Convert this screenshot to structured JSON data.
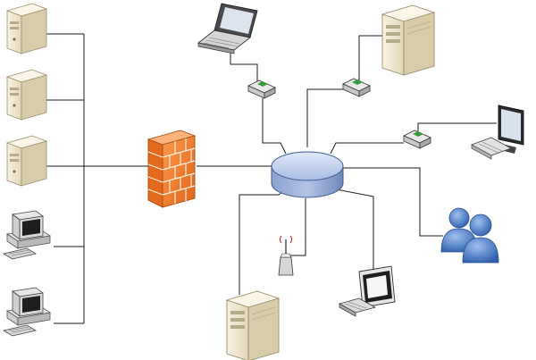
{
  "diagram": {
    "type": "network-topology",
    "nodes": [
      {
        "id": "server-1",
        "kind": "server-tower"
      },
      {
        "id": "server-2",
        "kind": "server-tower"
      },
      {
        "id": "server-3",
        "kind": "server-tower"
      },
      {
        "id": "workstation-1",
        "kind": "crt-workstation"
      },
      {
        "id": "workstation-2",
        "kind": "crt-workstation"
      },
      {
        "id": "firewall",
        "kind": "firewall"
      },
      {
        "id": "hub",
        "kind": "network-hub"
      },
      {
        "id": "laptop",
        "kind": "laptop"
      },
      {
        "id": "modem-1",
        "kind": "modem"
      },
      {
        "id": "modem-2",
        "kind": "modem"
      },
      {
        "id": "modem-3",
        "kind": "modem"
      },
      {
        "id": "server-top-right",
        "kind": "server-tower-large"
      },
      {
        "id": "lcd-pc",
        "kind": "lcd-workstation"
      },
      {
        "id": "users",
        "kind": "user-group"
      },
      {
        "id": "crt-pc-bottom",
        "kind": "crt-workstation"
      },
      {
        "id": "wireless-ap",
        "kind": "wireless-access-point"
      },
      {
        "id": "server-bottom",
        "kind": "server-tower-large"
      }
    ],
    "links": [
      [
        "server-1",
        "firewall"
      ],
      [
        "server-2",
        "firewall"
      ],
      [
        "server-3",
        "firewall"
      ],
      [
        "workstation-1",
        "firewall"
      ],
      [
        "workstation-2",
        "firewall"
      ],
      [
        "firewall",
        "hub"
      ],
      [
        "laptop",
        "modem-1"
      ],
      [
        "modem-1",
        "hub"
      ],
      [
        "server-top-right",
        "modem-2"
      ],
      [
        "modem-2",
        "hub"
      ],
      [
        "lcd-pc",
        "modem-3"
      ],
      [
        "modem-3",
        "hub"
      ],
      [
        "users",
        "hub"
      ],
      [
        "crt-pc-bottom",
        "hub"
      ],
      [
        "wireless-ap",
        "hub"
      ],
      [
        "server-bottom",
        "hub"
      ]
    ],
    "colors": {
      "wire": "#1a1a1a",
      "hub_top": "#c7d6ee",
      "hub_side": "#7f98c4",
      "server_beige": "#efe6cf",
      "server_shadow": "#cfc3a3",
      "firewall_orange": "#f07a2a",
      "user_blue": "#4a78c8",
      "monitor_black": "#2b2b2b"
    }
  }
}
